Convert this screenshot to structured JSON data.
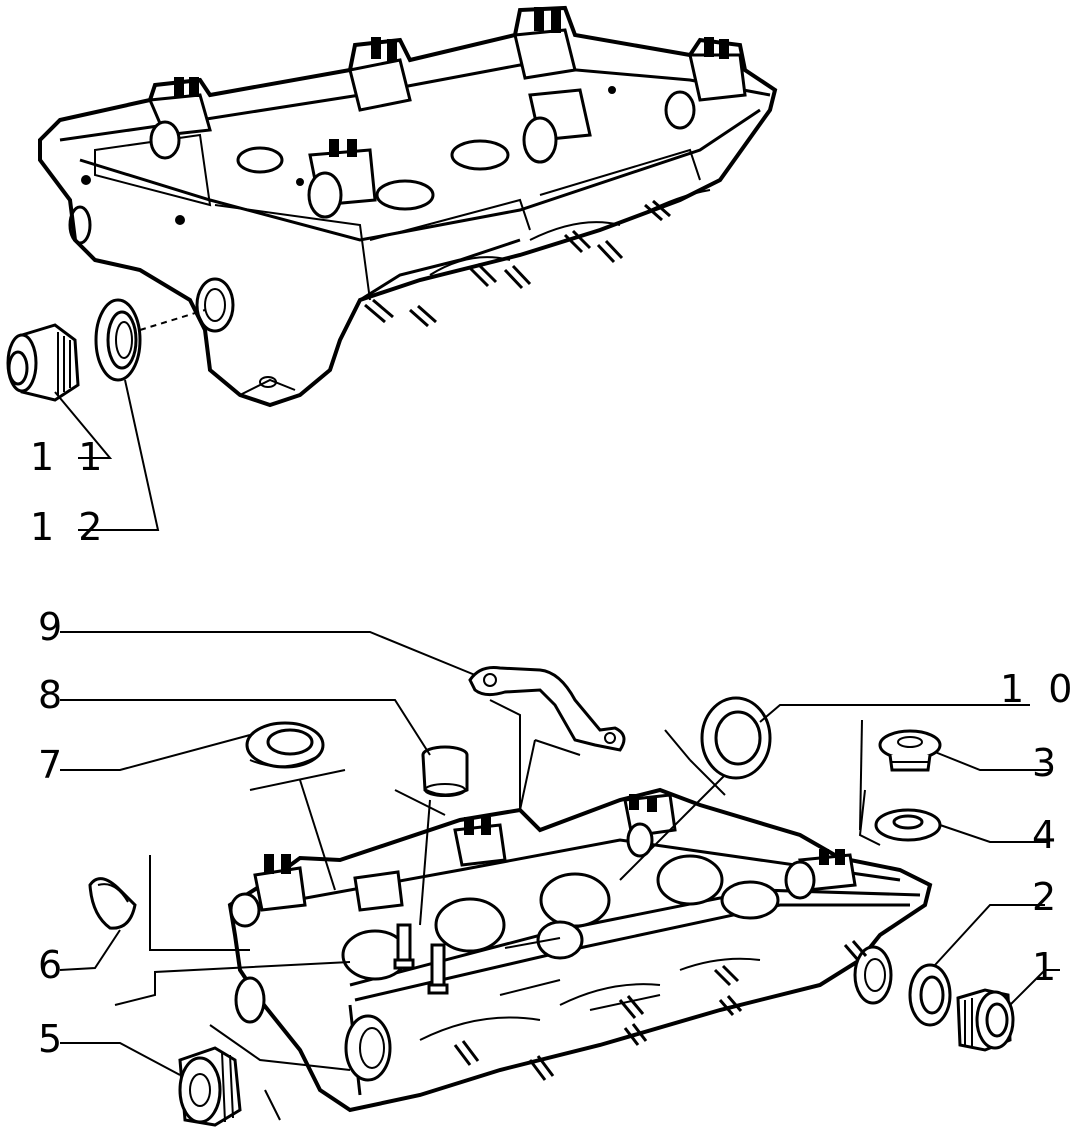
{
  "callouts": [
    {
      "id": "1",
      "text": "1"
    },
    {
      "id": "2",
      "text": "2"
    },
    {
      "id": "3",
      "text": "3"
    },
    {
      "id": "4",
      "text": "4"
    },
    {
      "id": "5",
      "text": "5"
    },
    {
      "id": "6",
      "text": "6"
    },
    {
      "id": "7",
      "text": "7"
    },
    {
      "id": "8",
      "text": "8"
    },
    {
      "id": "9",
      "text": "9"
    },
    {
      "id": "10",
      "text": "1 0"
    },
    {
      "id": "11",
      "text": "1 1"
    },
    {
      "id": "12",
      "text": "1 2"
    }
  ]
}
